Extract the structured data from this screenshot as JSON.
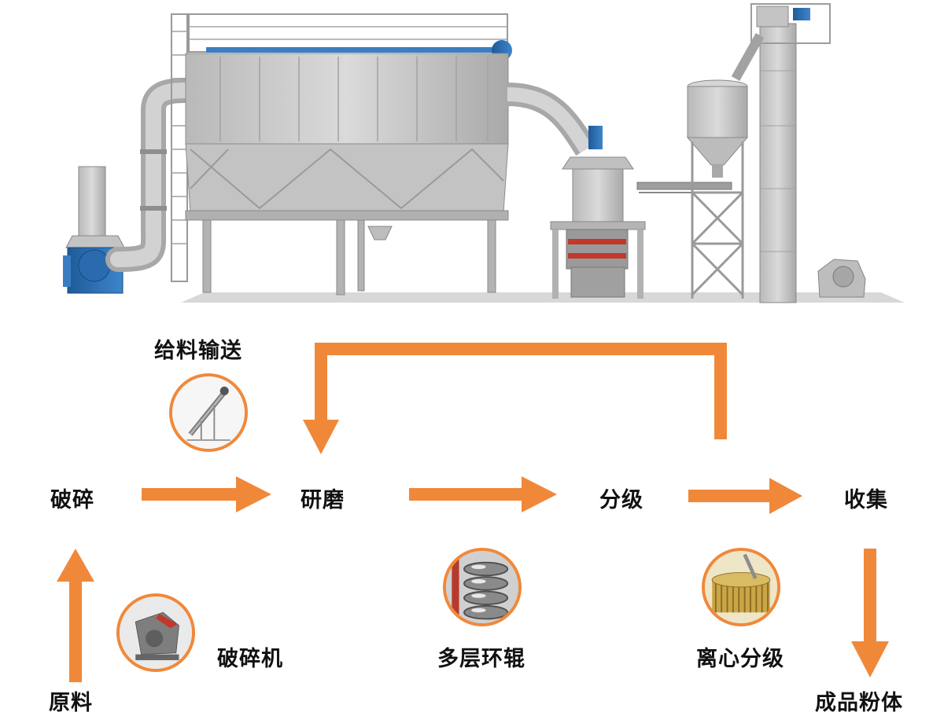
{
  "colors": {
    "accent_orange": "#f0883a",
    "equipment_gray": "#c9c9c9",
    "equipment_dark": "#8e8e8e",
    "blower_blue": "#2e6fb5",
    "text": "#111111"
  },
  "equipment_illustration": {
    "description_icons": [
      "fan-icon",
      "dust-collector-icon",
      "mill-icon",
      "silo-icon",
      "bucket-elevator-icon",
      "crusher-icon",
      "conveyor-icon"
    ]
  },
  "flow": {
    "steps": {
      "crush": "破碎",
      "grind": "研磨",
      "classify": "分级",
      "collect": "收集"
    },
    "notes": {
      "feeding": "给料输送",
      "raw_material": "原料",
      "crusher": "破碎机",
      "rollers": "多层环辊",
      "centrifugal_classifier": "离心分级",
      "finished_powder": "成品粉体"
    }
  }
}
